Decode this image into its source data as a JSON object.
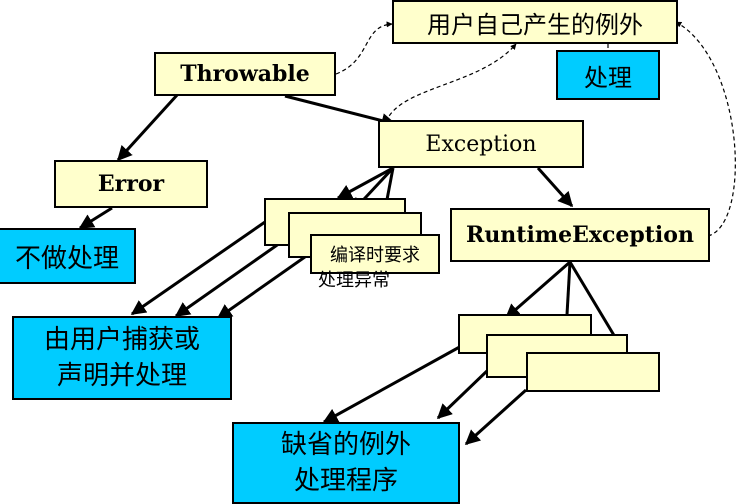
{
  "nodes": {
    "user_exception": "用户自己产生的例外",
    "handle": "处理",
    "throwable": "Throwable",
    "exception": "Exception",
    "error": "Error",
    "no_handle": "不做处理",
    "runtime_exception": "RuntimeException",
    "compile_check_line1": "编译时要求",
    "compile_check_line2": "处理异常",
    "user_catch_line1": "由用户捕获或",
    "user_catch_line2": "声明并处理",
    "default_line1": "缺省的例外",
    "default_line2": "处理程序"
  },
  "colors": {
    "yellow_box": "#ffffcc",
    "blue_box": "#00ccff",
    "stroke": "#000000"
  }
}
